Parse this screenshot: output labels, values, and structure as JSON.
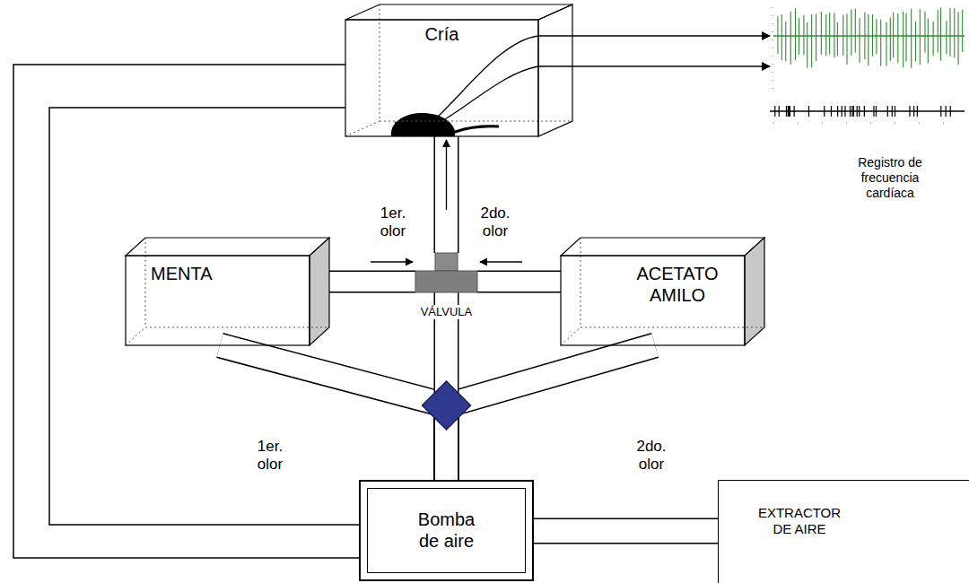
{
  "diagram": {
    "nodes": [
      {
        "text": [
          "Cría"
        ]
      },
      {
        "text": [
          "Registro de frecuencia cardíaca"
        ]
      },
      {
        "text": [
          "MENTA"
        ]
      },
      {
        "text": [
          "VÁLVULA"
        ]
      },
      {
        "text": [
          "ACETATO AMILO"
        ]
      },
      {
        "text": [
          "Bomba de aire"
        ]
      },
      {
        "text": [
          "EXTRACTOR DE AIRE"
        ]
      }
    ],
    "edges": [
      {
        "from": 0,
        "to": 1,
        "arrow": "to"
      },
      {
        "from": 0,
        "to": 1,
        "arrow": "to"
      },
      {
        "from": 2,
        "to": 3,
        "arrow": "to",
        "label": "1er. olor"
      },
      {
        "from": 4,
        "to": 3,
        "arrow": "to",
        "label": "2do. olor"
      },
      {
        "from": 3,
        "to": 0,
        "arrow": "to"
      },
      {
        "from": 5,
        "to": 2,
        "arrow": "none",
        "label": "1er. olor"
      },
      {
        "from": 5,
        "to": 4,
        "arrow": "none",
        "label": "2do. olor"
      },
      {
        "from": 5,
        "to": 3,
        "arrow": "none"
      },
      {
        "from": 0,
        "to": 5,
        "arrow": "none"
      },
      {
        "from": 5,
        "to": 6,
        "arrow": "none"
      }
    ]
  }
}
